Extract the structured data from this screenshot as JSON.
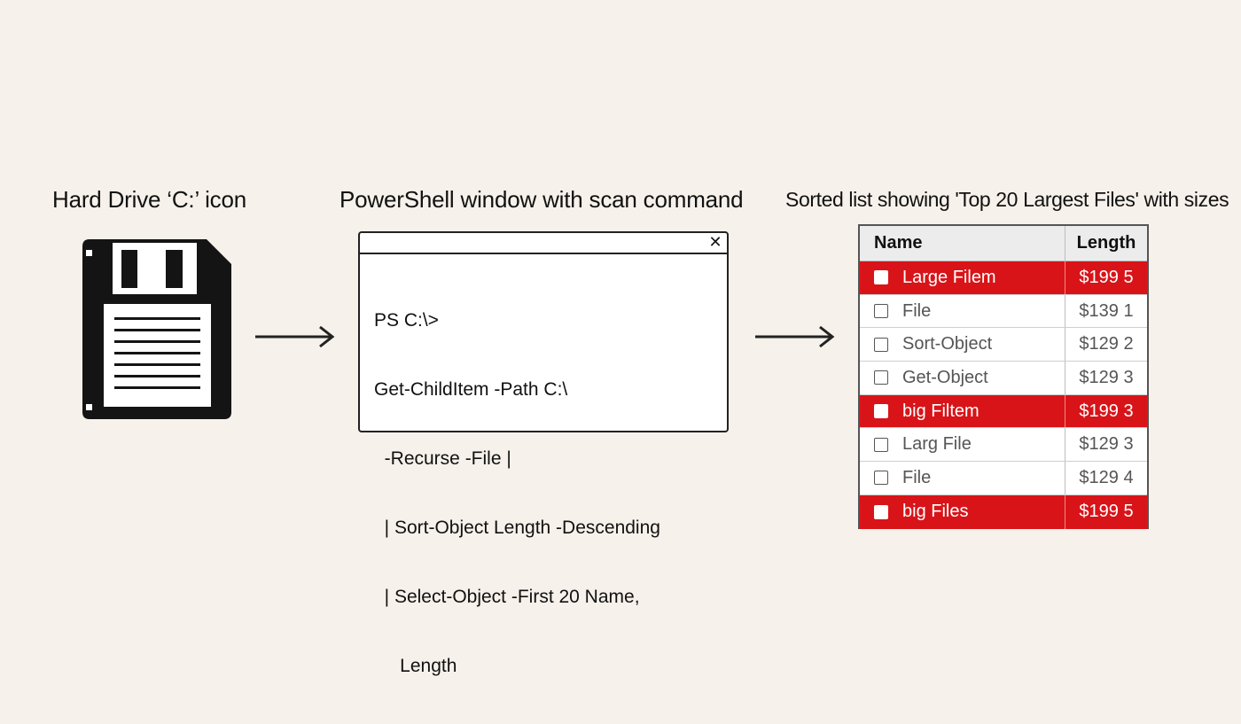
{
  "captions": {
    "drive": "Hard Drive ‘C:’ icon",
    "powershell": "PowerShell window with scan command",
    "list": "Sorted list showing 'Top 20 Largest Files' with sizes"
  },
  "icons": {
    "drive": "floppy-disk-icon",
    "arrow": "right-arrow-icon",
    "close": "close-icon"
  },
  "powershell": {
    "close_glyph": "✕",
    "lines": [
      "PS C:\\>",
      "Get-ChildItem -Path C:\\",
      "  -Recurse -File |",
      "  | Sort-Object Length -Descending",
      "  | Select-Object -First 20 Name,",
      "     Length"
    ]
  },
  "table": {
    "headers": {
      "name": "Name",
      "length": "Length"
    },
    "rows": [
      {
        "name": "Large Filem",
        "length": "$199 5",
        "highlighted": true
      },
      {
        "name": "File",
        "length": "$139 1",
        "highlighted": false
      },
      {
        "name": "Sort-Object",
        "length": "$129 2",
        "highlighted": false
      },
      {
        "name": "Get-Object",
        "length": "$129 3",
        "highlighted": false
      },
      {
        "name": "big Filtem",
        "length": "$199 3",
        "highlighted": true
      },
      {
        "name": "Larg File",
        "length": "$129 3",
        "highlighted": false
      },
      {
        "name": "File",
        "length": "$129 4",
        "highlighted": false
      },
      {
        "name": "big Files",
        "length": "$199 5",
        "highlighted": true
      }
    ]
  },
  "colors": {
    "background": "#f6f1ea",
    "highlight": "#d81419",
    "ink": "#111111"
  }
}
